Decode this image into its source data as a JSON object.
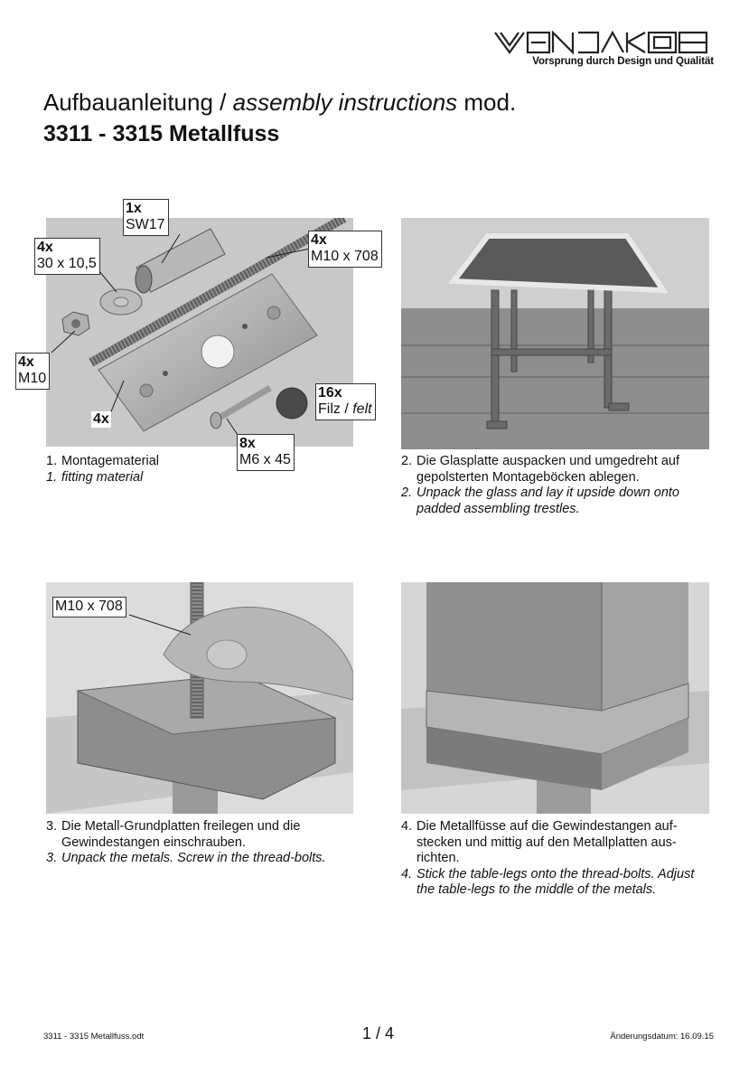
{
  "header": {
    "logo_text": "VENJAKOB",
    "tagline": "Vorsprung durch Design und Qualität"
  },
  "title": {
    "line1_plain": "Aufbauanleitung / ",
    "line1_italic": "assembly instructions",
    "line1_suffix": " mod.",
    "line2": "3311 - 3315 Metallfuss"
  },
  "step1": {
    "callouts": {
      "sw17_qty": "1x",
      "sw17_label": "SW17",
      "washer_qty": "4x",
      "washer_label": "30 x 10,5",
      "rod_qty": "4x",
      "rod_label": "M10 x 708",
      "nut_qty": "4x",
      "nut_label": "M10",
      "plate_qty": "4x",
      "felt_qty": "16x",
      "felt_label_de": "Filz / ",
      "felt_label_en": "felt",
      "screw_qty": "8x",
      "screw_label": "M6 x 45"
    },
    "caption_num_de": "1.",
    "caption_de": "Montagematerial",
    "caption_num_en": "1.",
    "caption_en": "fitting material"
  },
  "step2": {
    "caption_num_de": "2.",
    "caption_de": "Die Glasplatte auspacken und umgedreht auf gepolsterten Montageböcken ablegen.",
    "caption_num_en": "2.",
    "caption_en": "Unpack the glass and lay it upside down onto padded assembling trestles."
  },
  "step3": {
    "callout": "M10 x 708",
    "caption_num_de": "3.",
    "caption_de": "Die Metall-Grundplatten freilegen und die Gewindestangen einschrauben.",
    "caption_num_en": "3.",
    "caption_en": "Unpack the metals. Screw in the thread-bolts."
  },
  "step4": {
    "caption_num_de": "4.",
    "caption_de": "Die Metallfüsse auf die Gewindestangen auf-stecken und mittig auf den Metallplatten aus-richten.",
    "caption_num_en": "4.",
    "caption_en": "Stick the table-legs onto the thread-bolts. Adjust the table-legs to the middle of the metals."
  },
  "footer": {
    "filename": "3311 - 3315 Metallfuss.odt",
    "page": "1 / 4",
    "date": "Änderungsdatum: 16.09.15"
  }
}
